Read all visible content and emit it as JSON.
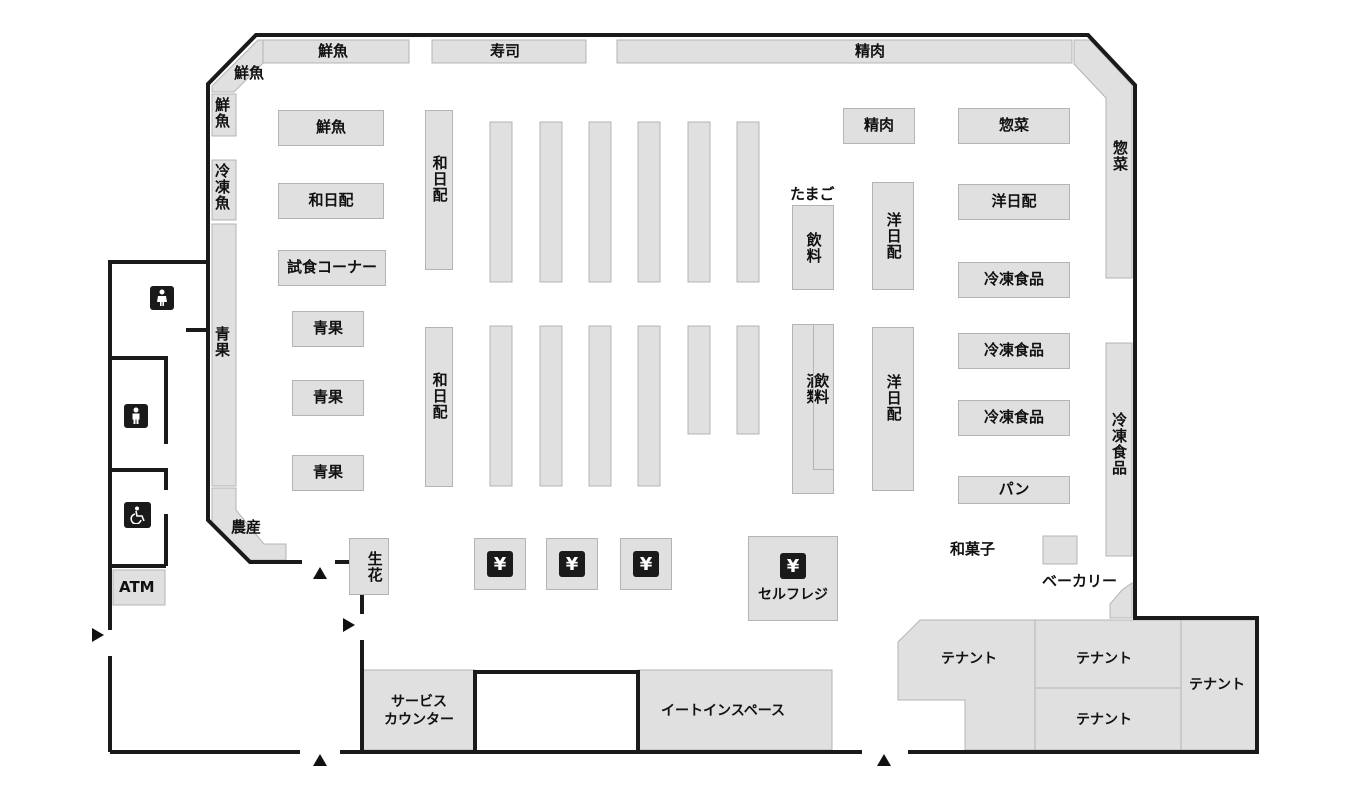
{
  "zones": {
    "fish_top": "鮮魚",
    "sushi_top": "寿司",
    "meat_top": "精肉",
    "fish_corner": "鮮魚",
    "fish_left": "鮮魚",
    "frozen_fish_left": "冷凍魚",
    "produce_left": "青果",
    "farm_produce": "農産",
    "deli_right": "惣菜",
    "frozen_food_right": "冷凍食品",
    "bakery": "ベーカリー",
    "wagashi": "和菓子",
    "eggs": "たまご",
    "flowers": "生花",
    "atm": "ATM"
  },
  "islands": {
    "fish": "鮮魚",
    "wanichihai": "和日配",
    "sampling": "試食コーナー",
    "produce_1": "青果",
    "produce_2": "青果",
    "produce_3": "青果",
    "wanichihai_v1": "和日配",
    "wanichihai_v2": "和日配",
    "meat": "精肉",
    "deli": "惣菜",
    "yonichihai_r": "洋日配",
    "frozen_1": "冷凍食品",
    "frozen_2": "冷凍食品",
    "frozen_3": "冷凍食品",
    "bread": "パン",
    "drinks_1": "飲料",
    "yonichihai_v1": "洋日配",
    "liquor": "酒類",
    "drinks_2": "飲料",
    "yonichihai_v2": "洋日配"
  },
  "registers": {
    "yen_symbol": "¥",
    "self_checkout": "セルフレジ"
  },
  "facilities": {
    "service_counter": "サービス\nカウンター",
    "eat_in": "イートインスペース",
    "tenant_1": "テナント",
    "tenant_2": "テナント",
    "tenant_3": "テナント",
    "tenant_4": "テナント"
  },
  "icons": {
    "womens_restroom": "female-restroom-icon",
    "mens_restroom": "male-restroom-icon",
    "accessible_restroom": "wheelchair-icon",
    "entrance": "entrance-arrow-icon"
  },
  "colors": {
    "wall": "#1a1a1a",
    "fixture": "#e0e0e0",
    "fixture_border": "#b4b4b4"
  }
}
